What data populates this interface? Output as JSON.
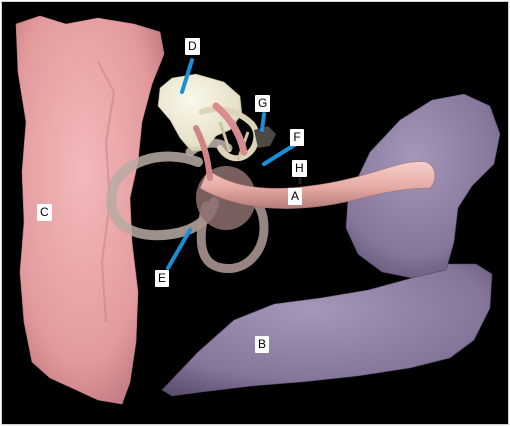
{
  "labels": {
    "a": "A",
    "b": "B",
    "c": "C",
    "d": "D",
    "e": "E",
    "f": "F",
    "g": "G",
    "h": "H"
  },
  "colors": {
    "background": "#000000",
    "structure_c": "#e8a4a6",
    "structure_b": "#8a7b9e",
    "structure_d": "#ece8d6",
    "structure_a": "#e9b9b4",
    "semicircular_canal": "#b9aaa3",
    "leader_line": "#1a8fd8"
  }
}
